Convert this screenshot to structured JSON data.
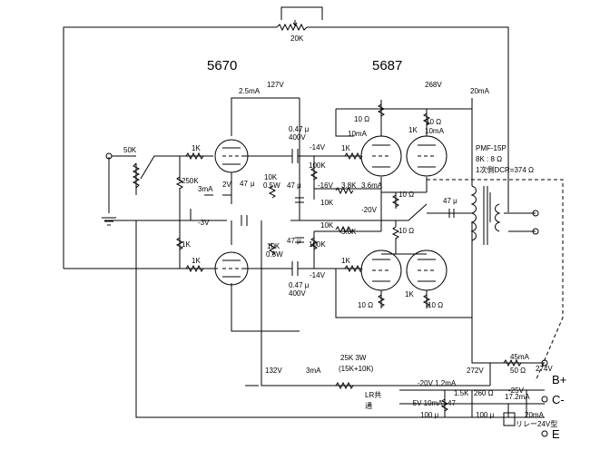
{
  "tubes": {
    "left": "5670",
    "right": "5687"
  },
  "labels": {
    "vr_top": "20K",
    "vol": "50K",
    "r250k": "250K",
    "r1k_mid": "1K",
    "r1k_gt": "1K",
    "r1k_gb": "1K",
    "ma3": "3mA",
    "v2": "2V",
    "neg3v": "-3V",
    "c47a": "47",
    "mu_a": "μ",
    "r10k": "10K",
    "w05": "0.5W",
    "r10k_b": "10K",
    "w05_b": "0.5W",
    "ma25": "2.5mA",
    "v127": "127V",
    "c047t": "0.47 μ",
    "v400t": "400V",
    "n14t": "-14V",
    "r100k_t": "100K",
    "c47b": "47 μ",
    "n16": "-16V",
    "r38t": "3.8K",
    "ma36": "3.6mA",
    "r10k_c": "10K",
    "c47c": "47 μ",
    "r10k_d": "10K",
    "r38b": "3.8K",
    "r100k_b": "100K",
    "c047b": "0.47 μ",
    "v400b": "400V",
    "n14b": "-14V",
    "n20": "-20V",
    "v268": "268V",
    "ma20": "20mA",
    "r1k_5t": "1K",
    "r10_a": "10 Ω",
    "r1k_5m": "1K",
    "r10_b": "10 Ω",
    "ma10a": "10mA",
    "ma10b": "10mA",
    "r1k_5b": "1K",
    "r1k_5c": "1K",
    "r10_c": "10 Ω",
    "r10_d": "10 Ω",
    "r10_e": "10 Ω",
    "r10_f": "10 Ω",
    "c47d": "47 μ",
    "pmf1": "PMF-15P",
    "pmf2": "8K : 8 Ω",
    "pmf3": "1次側DCR=374 Ω",
    "v132": "132V",
    "ma3b": "3mA",
    "r25k1": "25K 3W",
    "r25k2": "(15K+10K)",
    "v272": "272V",
    "ma45": "45mA",
    "r50": "50 Ω",
    "v274": "274V",
    "n20b": "-20V 1.2mA",
    "n25": "-25V",
    "lr1": "LR共",
    "lr2": "通",
    "r15k": "1.5K",
    "r260": "260 Ω",
    "ma172": "17.2mA",
    "n5": "-5V 10mA",
    "c47e": "47",
    "c100a": "100 μ",
    "c100b": "100 μ",
    "ma20b": "20mA",
    "relay": "リレー24V型",
    "bplus": "B+",
    "cminus": "C-",
    "earth": "E"
  }
}
